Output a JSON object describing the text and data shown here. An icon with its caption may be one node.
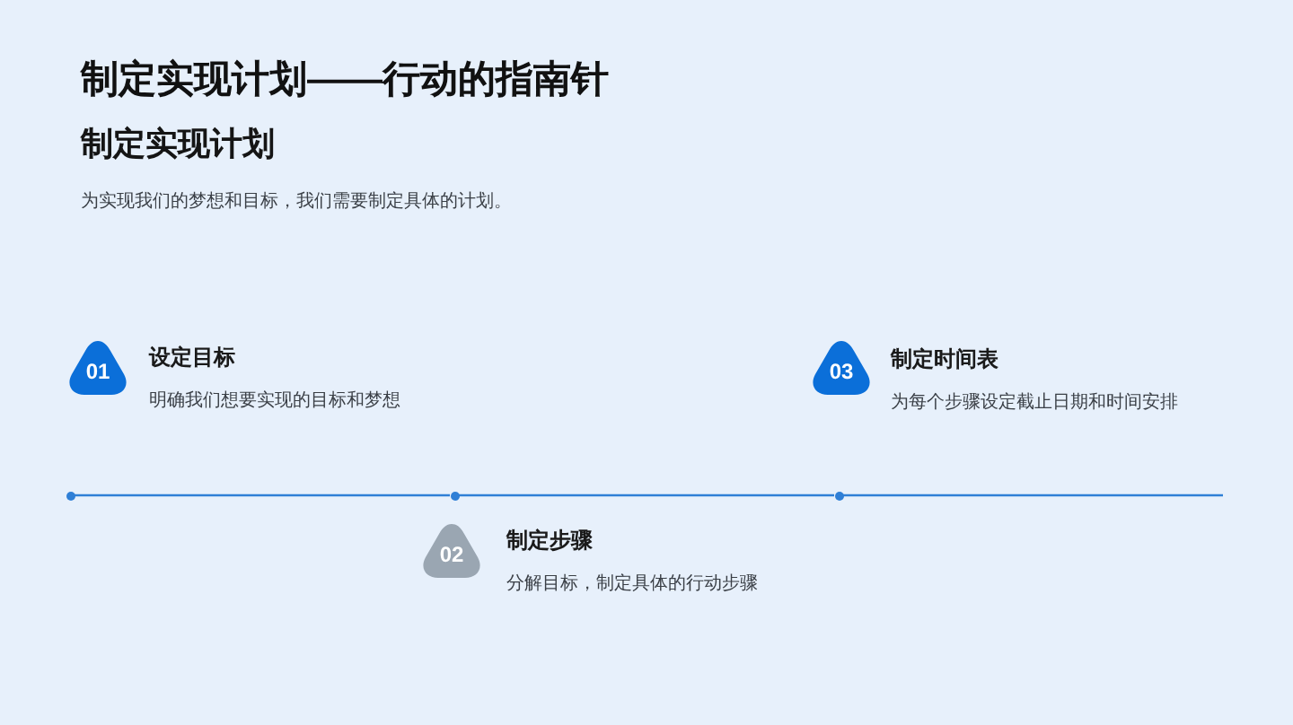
{
  "diagram": {
    "title": "制定实现计划——行动的指南针",
    "nodes": [
      {
        "text": [
          "01"
        ],
        "beside": [
          "设定目标",
          "明确我们想要实现的目标和梦想"
        ]
      },
      {
        "text": [
          "02"
        ],
        "beside": [
          "制定步骤",
          "分解目标，制定具体的行动步骤"
        ]
      },
      {
        "text": [
          "03"
        ],
        "beside": [
          "制定时间表",
          "为每个步骤设定截止日期和时间安排"
        ]
      },
      {
        "text": [],
        "shape": "circle"
      },
      {
        "text": [],
        "shape": "circle"
      },
      {
        "text": [],
        "shape": "circle"
      }
    ],
    "edges": [
      {
        "from": 3,
        "to": 4,
        "arrow": "none"
      },
      {
        "from": 4,
        "to": 5,
        "arrow": "none"
      },
      {
        "from": 5,
        "to": null,
        "arrow": "none"
      }
    ],
    "labels": [
      "制定实现计划",
      "为实现我们的梦想和目标，我们需要制定具体的计划。"
    ]
  }
}
